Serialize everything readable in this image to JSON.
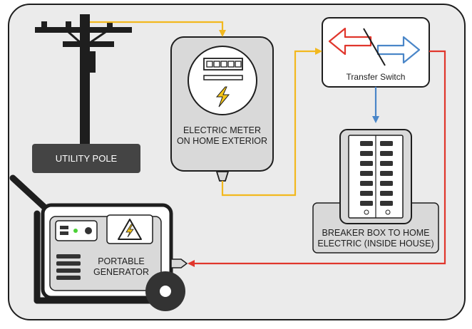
{
  "labels": {
    "utility_pole": "UTILITY POLE",
    "meter_line1": "ELECTRIC METER",
    "meter_line2": "ON HOME EXTERIOR",
    "transfer_switch": "Transfer Switch",
    "breaker_line1": "BREAKER BOX TO HOME",
    "breaker_line2": "ELECTRIC (INSIDE HOUSE)",
    "generator_line1": "PORTABLE",
    "generator_line2": "GENERATOR"
  },
  "colors": {
    "background_panel": "#ebebeb",
    "outline": "#1e1e1e",
    "device_gray": "#d9d9d9",
    "utility_wire": "#f2b81e",
    "generator_wire": "#e0362c",
    "transfer_wire": "#4a86c8",
    "bolt": "#f5c518",
    "indicator_light": "#4cd137"
  },
  "icons": [
    "lightning-bolt-icon",
    "high-voltage-warning-icon",
    "bidirectional-arrow-icon",
    "breaker-outlet-icon"
  ]
}
